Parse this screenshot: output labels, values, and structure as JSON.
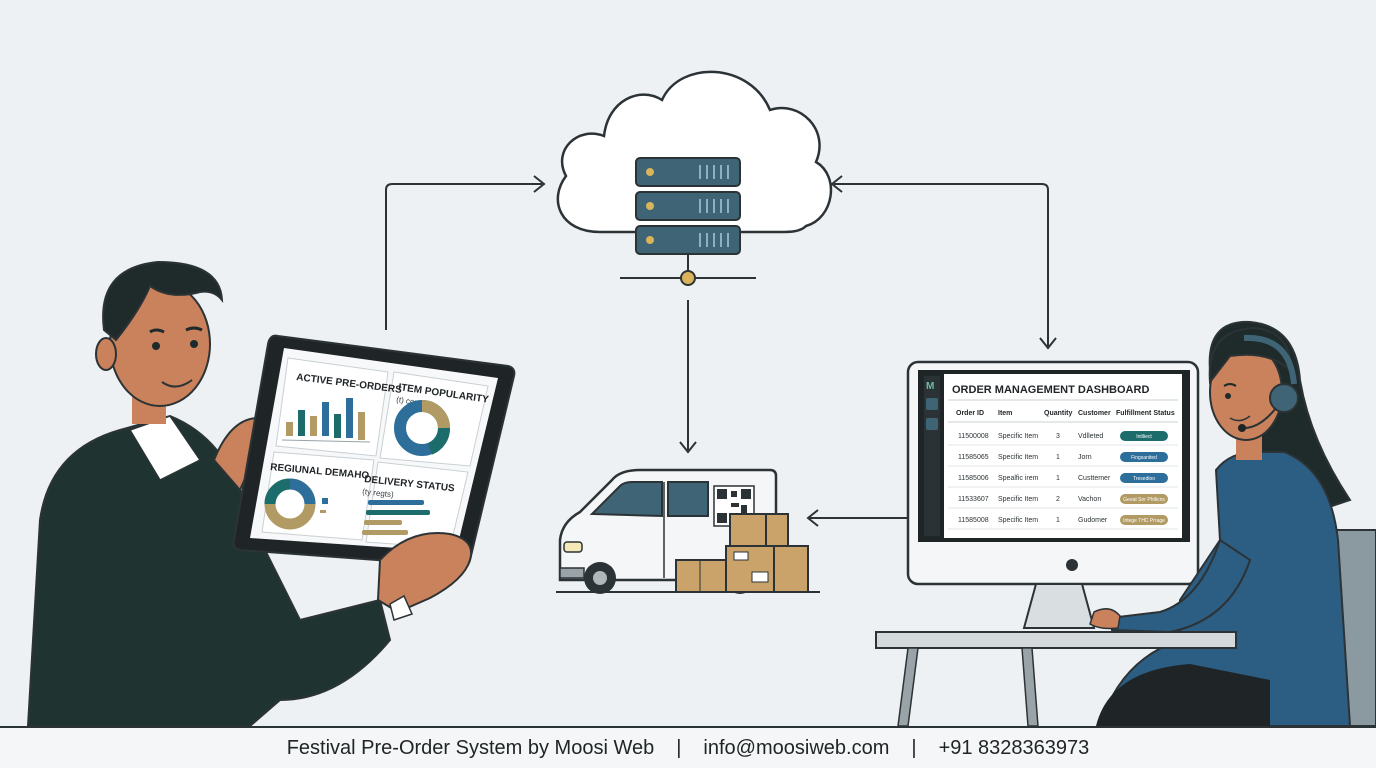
{
  "tablet": {
    "panels": [
      {
        "title": "ACTIVE PRE-ORDERS",
        "subtitle": ""
      },
      {
        "title": "ITEM POPULARITY",
        "subtitle": "(t) conrt)"
      },
      {
        "title": "REGIUNAL DEMAHO",
        "subtitle": ""
      },
      {
        "title": "DELIVERY STATUS",
        "subtitle": "(ty regts)"
      }
    ]
  },
  "dashboard": {
    "title": "ORDER MANAGEMENT DASHBOARD",
    "logo": "M",
    "columns": [
      "Order ID",
      "Item",
      "Quantity",
      "Customer",
      "Fulfillment Status"
    ],
    "rows": [
      {
        "id": "11500008",
        "item": "Specific Item",
        "qty": "3",
        "customer": "Vdlleted",
        "status": "Intiliect"
      },
      {
        "id": "11585065",
        "item": "Specific Item",
        "qty": "1",
        "customer": "Jorn",
        "status": "Fingsanited"
      },
      {
        "id": "11585006",
        "item": "Spealfic irem",
        "qty": "1",
        "customer": "Custtemer",
        "status": "Tresedioo"
      },
      {
        "id": "11533607",
        "item": "Specific Item",
        "qty": "2",
        "customer": "Vachon",
        "status": "Geeat Snr Phtlicns"
      },
      {
        "id": "11585008",
        "item": "Specific Item",
        "qty": "1",
        "customer": "Gudomer",
        "status": "Intege THC Prrage"
      }
    ]
  },
  "footer": {
    "brand": "Festival Pre-Order System by Moosi Web",
    "separator": "|",
    "email": "info@moosiweb.com",
    "phone": "+91 8328363973"
  },
  "colors": {
    "background": "#eef1f3",
    "server": "#3f6475",
    "dark_suit": "#1f3431",
    "blouse": "#2c5d82",
    "teal": "#1d6c6c",
    "blue": "#2d6e9a",
    "tan": "#b19a63",
    "box": "#c9a36a"
  }
}
